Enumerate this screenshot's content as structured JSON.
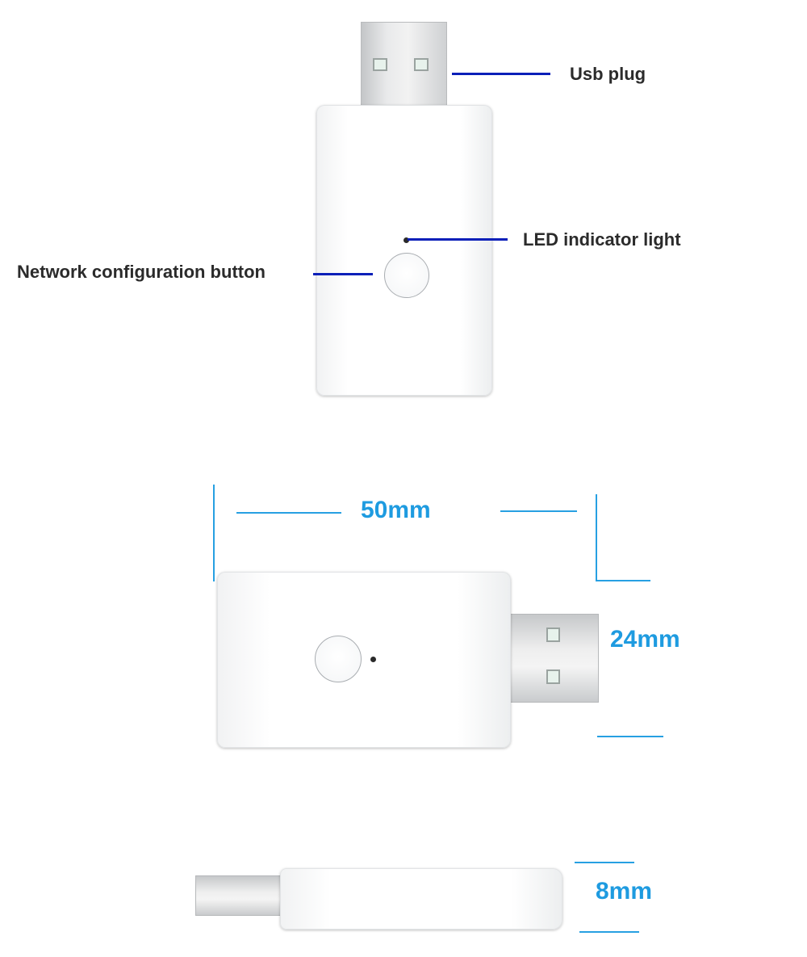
{
  "callouts": {
    "usb_plug": "Usb plug",
    "led_light": "LED indicator light",
    "network_button": "Network configuration button"
  },
  "dimensions": {
    "length": "50mm",
    "width": "24mm",
    "thickness": "8mm"
  },
  "colors": {
    "callout_line": "#0a1fb8",
    "dimension": "#1e9be0",
    "label_text": "#2b2b2b"
  }
}
